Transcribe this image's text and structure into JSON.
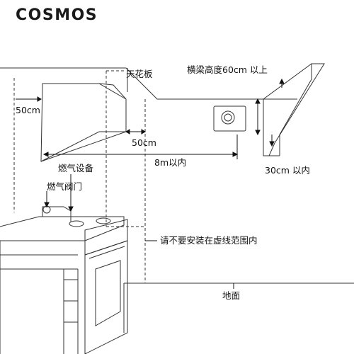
{
  "brand": {
    "logo_text": "COSMOS"
  },
  "labels": {
    "ceiling": "天花板",
    "beam_height": "横梁高度60cm 以上",
    "side_clearance": "50cm",
    "hood_clearance": "50cm",
    "distance": "8m以内",
    "beam_offset": "30cm 以内",
    "gas_appliance": "燃气设备",
    "gas_valve": "燃气阀门",
    "install_note": "请不要安装在虚线范围内",
    "floor": "地面"
  }
}
